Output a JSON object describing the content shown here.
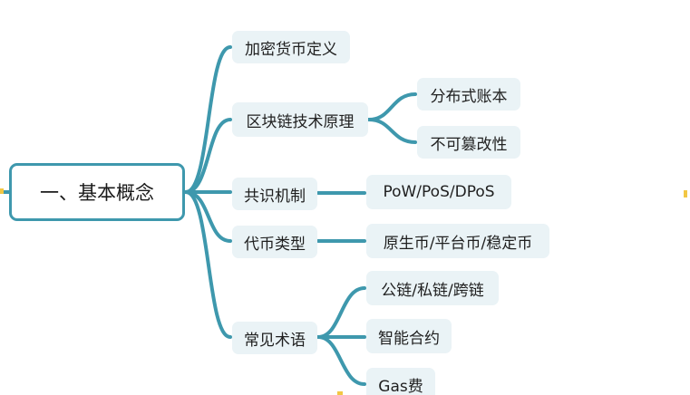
{
  "colors": {
    "line": "#3e98ad",
    "node_fill": "#eaf3f6",
    "root_border": "#3e98ad",
    "text": "#1f1f1f"
  },
  "root": {
    "label": "一、基本概念"
  },
  "branches": [
    {
      "label": "加密货币定义",
      "children": []
    },
    {
      "label": "区块链技术原理",
      "children": [
        "分布式账本",
        "不可篡改性"
      ]
    },
    {
      "label": "共识机制",
      "children": [
        "PoW/PoS/DPoS"
      ]
    },
    {
      "label": "代币类型",
      "children": [
        "原生币/平台币/稳定币"
      ]
    },
    {
      "label": "常见术语",
      "children": [
        "公链/私链/跨链",
        "智能合约",
        "Gas费"
      ]
    }
  ]
}
